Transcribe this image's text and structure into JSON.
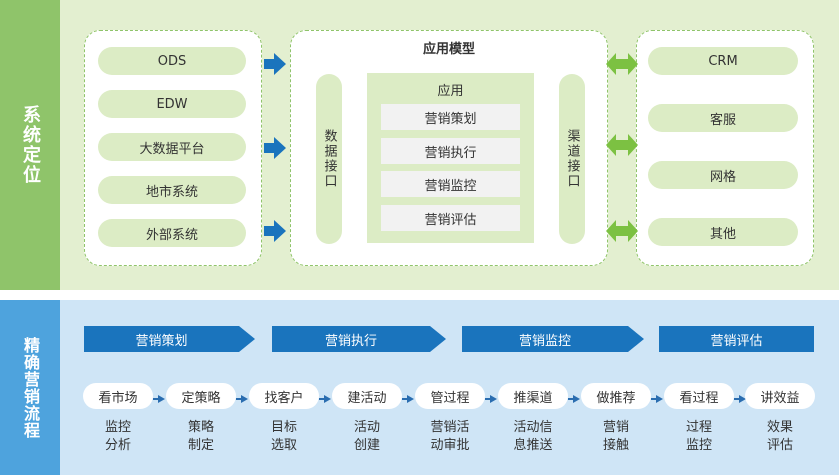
{
  "positioning": {
    "side_label": "系统定位",
    "left_pills": [
      "ODS",
      "EDW",
      "大数据平台",
      "地市系统",
      "外部系统"
    ],
    "model_title": "应用模型",
    "data_interface": "数据接口",
    "channel_interface": "渠道接口",
    "app_title": "应用",
    "app_items": [
      "营销策划",
      "营销执行",
      "营销监控",
      "营销评估"
    ],
    "right_pills": [
      "CRM",
      "客服",
      "网格",
      "其他"
    ],
    "colors": {
      "green": "#8fc46a",
      "green_light": "#dcecc5",
      "arrow_blue": "#1a74bd"
    }
  },
  "process": {
    "side_label": "精确营销流程",
    "stages": [
      "营销策划",
      "营销执行",
      "营销监控",
      "营销评估"
    ],
    "steps": [
      "看市场",
      "定策略",
      "找客户",
      "建活动",
      "管过程",
      "推渠道",
      "做推荐",
      "看过程",
      "讲效益"
    ],
    "descs": [
      [
        "监控",
        "分析"
      ],
      [
        "策略",
        "制定"
      ],
      [
        "目标",
        "选取"
      ],
      [
        "活动",
        "创建"
      ],
      [
        "营销活",
        "动审批"
      ],
      [
        "活动信",
        "息推送"
      ],
      [
        "营销",
        "接触"
      ],
      [
        "过程",
        "监控"
      ],
      [
        "效果",
        "评估"
      ]
    ],
    "colors": {
      "blue": "#1a74bd",
      "side": "#4ea3dd",
      "band": "#cfe5f6"
    }
  }
}
